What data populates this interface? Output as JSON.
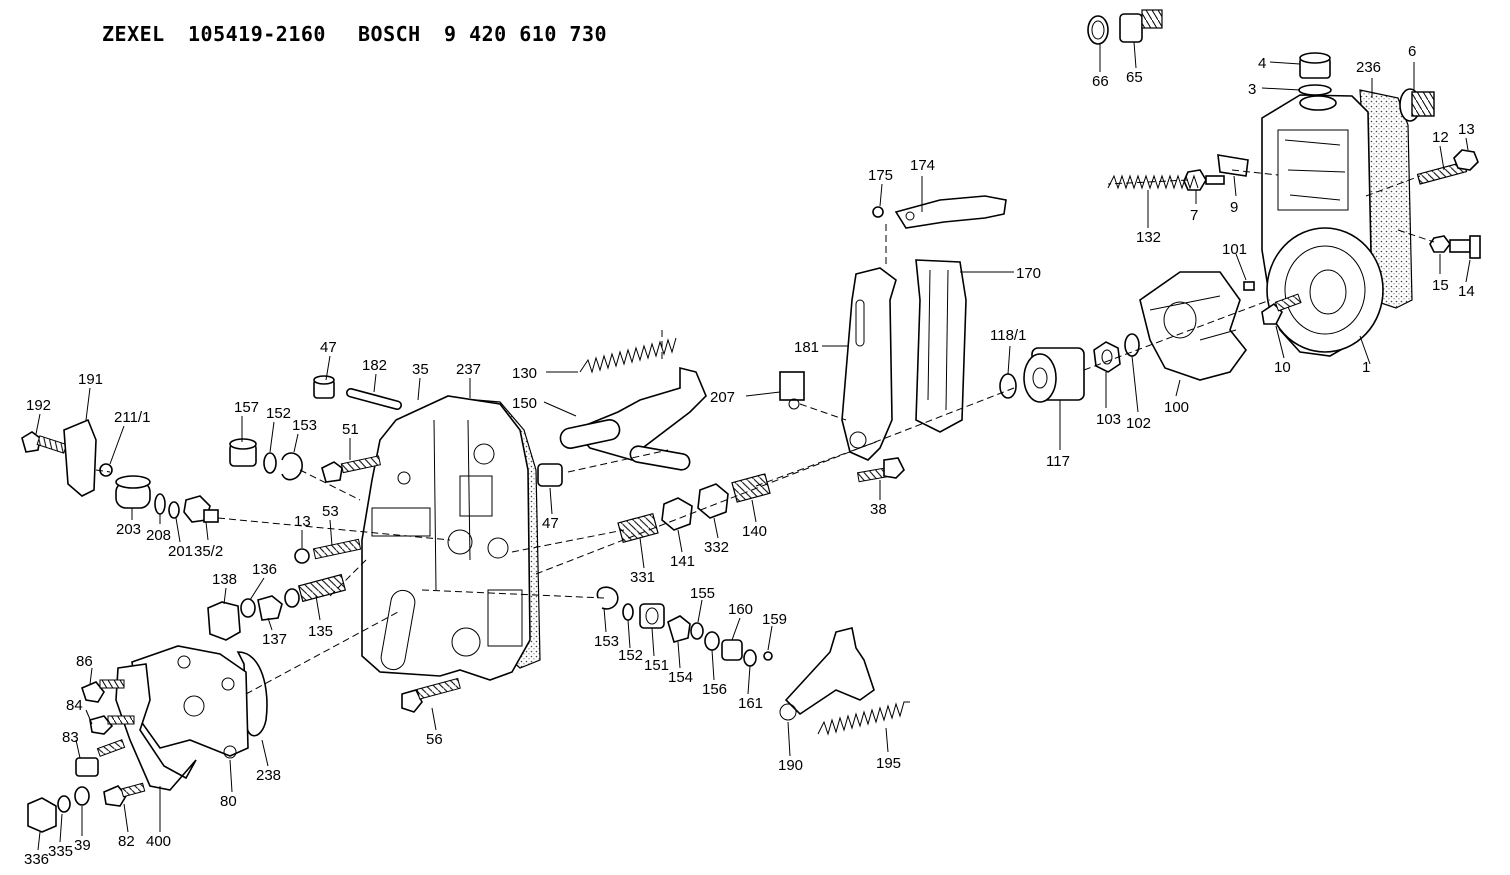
{
  "header": {
    "brand1": "ZEXEL",
    "code1": "105419-2160",
    "brand2": "BOSCH",
    "code2": "9 420 610 730"
  },
  "callouts": [
    "4",
    "3",
    "236",
    "6",
    "13",
    "12",
    "66",
    "65",
    "175",
    "174",
    "9",
    "7",
    "132",
    "170",
    "101",
    "15",
    "14",
    "10",
    "1",
    "181",
    "118/1",
    "130",
    "150",
    "207",
    "103",
    "102",
    "100",
    "117",
    "47",
    "182",
    "35",
    "237",
    "192",
    "191",
    "211/1",
    "157",
    "152",
    "153",
    "51",
    "47",
    "38",
    "53",
    "203",
    "208",
    "201",
    "35/2",
    "13",
    "140",
    "141",
    "332",
    "331",
    "138",
    "136",
    "137",
    "135",
    "155",
    "160",
    "159",
    "153",
    "152",
    "151",
    "154",
    "156",
    "161",
    "86",
    "84",
    "83",
    "238",
    "80",
    "56",
    "190",
    "195",
    "336",
    "335",
    "39",
    "82",
    "400"
  ]
}
